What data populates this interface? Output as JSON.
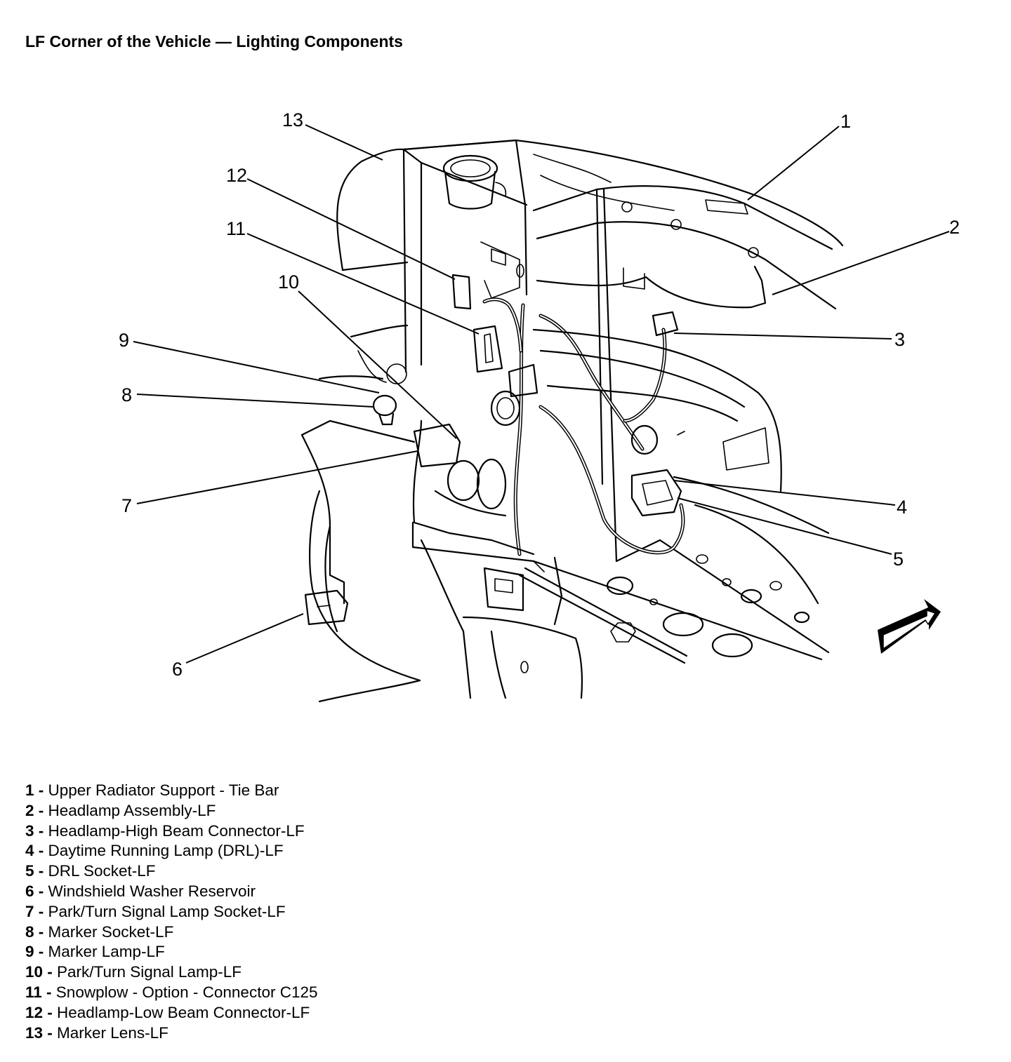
{
  "title": "LF Corner of the Vehicle — Lighting Components",
  "callouts": [
    {
      "num": "1",
      "label": "Upper Radiator Support - Tie Bar"
    },
    {
      "num": "2",
      "label": "Headlamp Assembly-LF"
    },
    {
      "num": "3",
      "label": "Headlamp-High Beam Connector-LF"
    },
    {
      "num": "4",
      "label": "Daytime Running Lamp (DRL)-LF"
    },
    {
      "num": "5",
      "label": "DRL Socket-LF"
    },
    {
      "num": "6",
      "label": "Windshield Washer Reservoir"
    },
    {
      "num": "7",
      "label": "Park/Turn Signal Lamp Socket-LF"
    },
    {
      "num": "8",
      "label": "Marker Socket-LF"
    },
    {
      "num": "9",
      "label": "Marker Lamp-LF"
    },
    {
      "num": "10",
      "label": "Park/Turn Signal Lamp-LF"
    },
    {
      "num": "11",
      "label": "Snowplow - Option - Connector C125"
    },
    {
      "num": "12",
      "label": "Headlamp-Low Beam Connector-LF"
    },
    {
      "num": "13",
      "label": "Marker Lens-LF"
    }
  ],
  "icons": {
    "direction_arrow": "forward-arrow-icon"
  }
}
